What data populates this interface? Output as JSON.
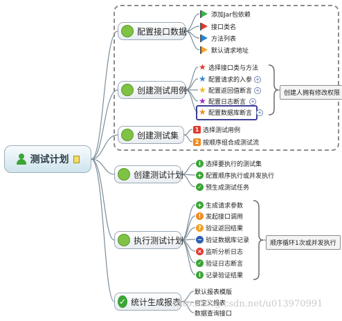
{
  "root": {
    "label": "测试计划"
  },
  "topics": {
    "config_api": "配置接口数据",
    "create_case": "创建测试用例",
    "create_set": "创建测试集",
    "create_plan": "创建测试计划",
    "exec_plan": "执行测试计划",
    "report": "统计生成报表"
  },
  "leaves": {
    "config_api": [
      "添加Jar包依赖",
      "接口类名",
      "方法列表",
      "默认请求地址"
    ],
    "create_case": [
      "选择接口类与方法",
      "配置请求的入参",
      "配置返回值断言",
      "配置日志断言",
      "配置数据库断言"
    ],
    "create_set": [
      "选择测试用例",
      "按顺序组合成测试流"
    ],
    "create_set_numbers": [
      "1",
      "2"
    ],
    "create_plan": [
      "选择要执行的测试集",
      "配置顺序执行或并发执行",
      "预生成测试任务"
    ],
    "exec_plan": [
      "生成请求参数",
      "发起接口调用",
      "验证返回结果",
      "验证数据库记录",
      "监听分析日志",
      "验证日志断言",
      "记录验证结果"
    ],
    "report": [
      "默认报表模版",
      "自定义报表",
      "数据查询接口"
    ]
  },
  "callouts": {
    "case_permission": "创建人拥有修改权限",
    "exec_loop": "顺序循环1次或并发执行"
  },
  "watermark": "http://blog.csdn.net/u013970991",
  "colors": {
    "green_check": "#3aa535",
    "info_blue": "#2a7ad5",
    "warn_orange": "#f08a1c",
    "error_red": "#e23a2e",
    "question": "#f0a020",
    "stop_blue": "#2d5fb4"
  }
}
